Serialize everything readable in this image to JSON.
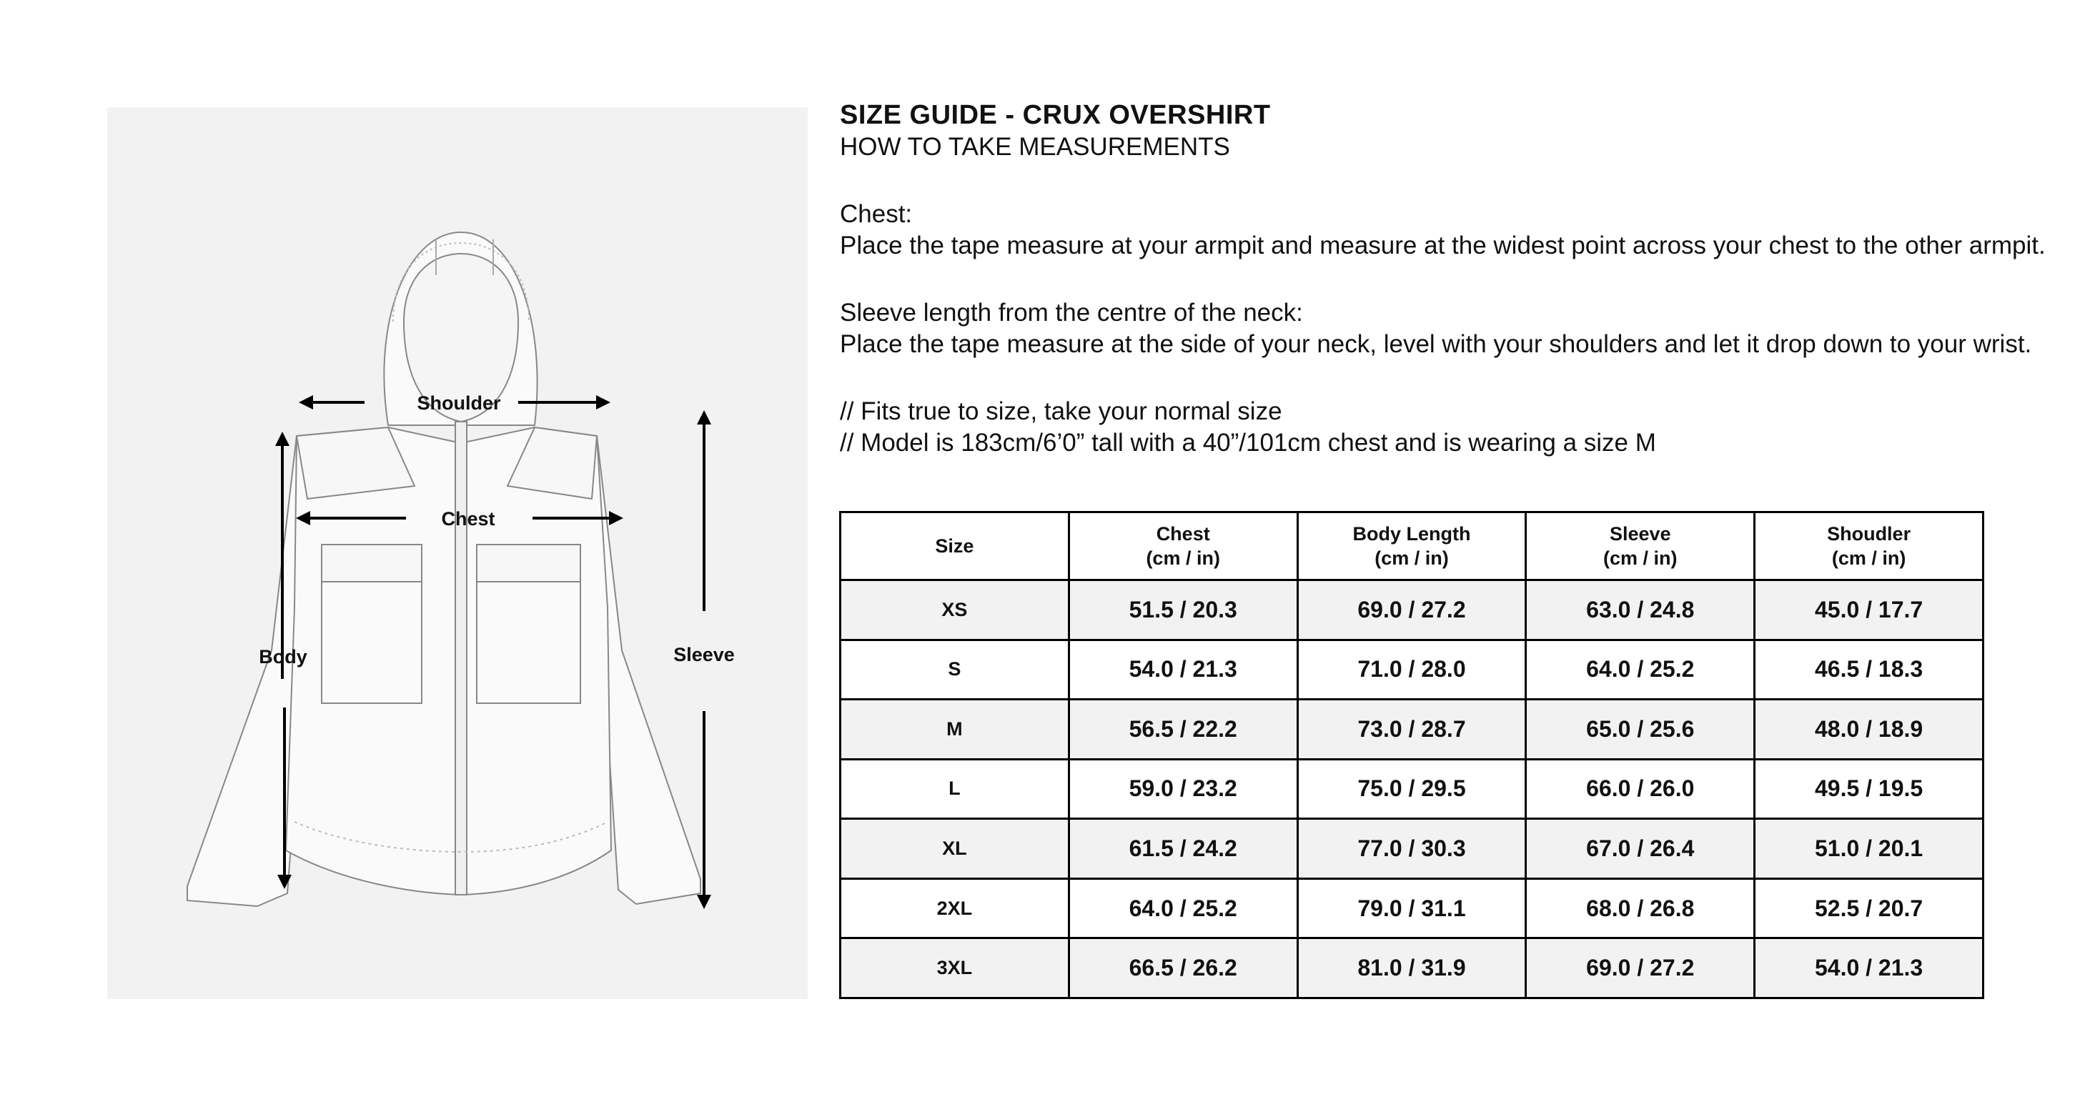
{
  "header": {
    "title": "SIZE GUIDE - CRUX OVERSHIRT",
    "subtitle": "HOW TO TAKE MEASUREMENTS"
  },
  "instructions": {
    "chest_heading": "Chest:",
    "chest_text": "Place the tape measure at your armpit and measure at the widest point across your chest to the other armpit.",
    "sleeve_heading": "Sleeve length from the centre of the neck:",
    "sleeve_text": "Place the tape measure at the side of your neck, level with your shoulders and let it drop down to your wrist.",
    "fit_note": "// Fits true to size, take your normal size",
    "model_note": "// Model is 183cm/6’0” tall with a 40”/101cm chest and is wearing a size M"
  },
  "diagram": {
    "shoulder_label": "Shoulder",
    "chest_label": "Chest",
    "body_label": "Body",
    "sleeve_label": "Sleeve"
  },
  "table": {
    "headers": [
      {
        "line1": "Size",
        "line2": ""
      },
      {
        "line1": "Chest",
        "line2": "(cm / in)"
      },
      {
        "line1": "Body Length",
        "line2": "(cm / in)"
      },
      {
        "line1": "Sleeve",
        "line2": "(cm / in)"
      },
      {
        "line1": "Shoudler",
        "line2": "(cm / in)"
      }
    ],
    "rows": [
      {
        "size": "XS",
        "chest": "51.5 / 20.3",
        "body_length": "69.0 / 27.2",
        "sleeve": "63.0 / 24.8",
        "shoulder": "45.0 / 17.7"
      },
      {
        "size": "S",
        "chest": "54.0 / 21.3",
        "body_length": "71.0 / 28.0",
        "sleeve": "64.0 / 25.2",
        "shoulder": "46.5 / 18.3"
      },
      {
        "size": "M",
        "chest": "56.5 / 22.2",
        "body_length": "73.0 / 28.7",
        "sleeve": "65.0 / 25.6",
        "shoulder": "48.0 / 18.9"
      },
      {
        "size": "L",
        "chest": "59.0 / 23.2",
        "body_length": "75.0 / 29.5",
        "sleeve": "66.0 / 26.0",
        "shoulder": "49.5 / 19.5"
      },
      {
        "size": "XL",
        "chest": "61.5 / 24.2",
        "body_length": "77.0 / 30.3",
        "sleeve": "67.0 / 26.4",
        "shoulder": "51.0 / 20.1"
      },
      {
        "size": "2XL",
        "chest": "64.0 / 25.2",
        "body_length": "79.0 / 31.1",
        "sleeve": "68.0 / 26.8",
        "shoulder": "52.5 / 20.7"
      },
      {
        "size": "3XL",
        "chest": "66.5 / 26.2",
        "body_length": "81.0 / 31.9",
        "sleeve": "69.0 / 27.2",
        "shoulder": "54.0 / 21.3"
      }
    ]
  }
}
